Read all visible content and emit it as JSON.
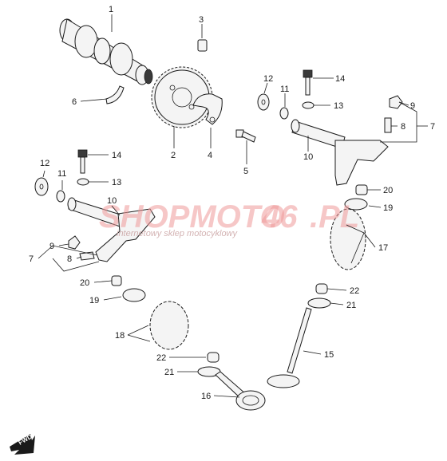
{
  "watermark": {
    "brand_left": "SHOPMOTO",
    "brand_number": "46",
    "brand_suffix": ".PL",
    "tagline": "internetowy sklep motocyklowy",
    "color": "#e57373"
  },
  "direction_arrow": {
    "label": "FWD"
  },
  "callouts": [
    {
      "n": "1"
    },
    {
      "n": "3"
    },
    {
      "n": "6"
    },
    {
      "n": "2"
    },
    {
      "n": "4"
    },
    {
      "n": "5"
    },
    {
      "n": "12"
    },
    {
      "n": "11"
    },
    {
      "n": "14"
    },
    {
      "n": "13"
    },
    {
      "n": "9"
    },
    {
      "n": "8"
    },
    {
      "n": "7"
    },
    {
      "n": "10"
    },
    {
      "n": "20"
    },
    {
      "n": "19"
    },
    {
      "n": "17"
    },
    {
      "n": "22"
    },
    {
      "n": "21"
    },
    {
      "n": "15"
    },
    {
      "n": "12"
    },
    {
      "n": "11"
    },
    {
      "n": "14"
    },
    {
      "n": "13"
    },
    {
      "n": "10"
    },
    {
      "n": "9"
    },
    {
      "n": "7"
    },
    {
      "n": "8"
    },
    {
      "n": "20"
    },
    {
      "n": "19"
    },
    {
      "n": "18"
    },
    {
      "n": "22"
    },
    {
      "n": "21"
    },
    {
      "n": "16"
    }
  ]
}
